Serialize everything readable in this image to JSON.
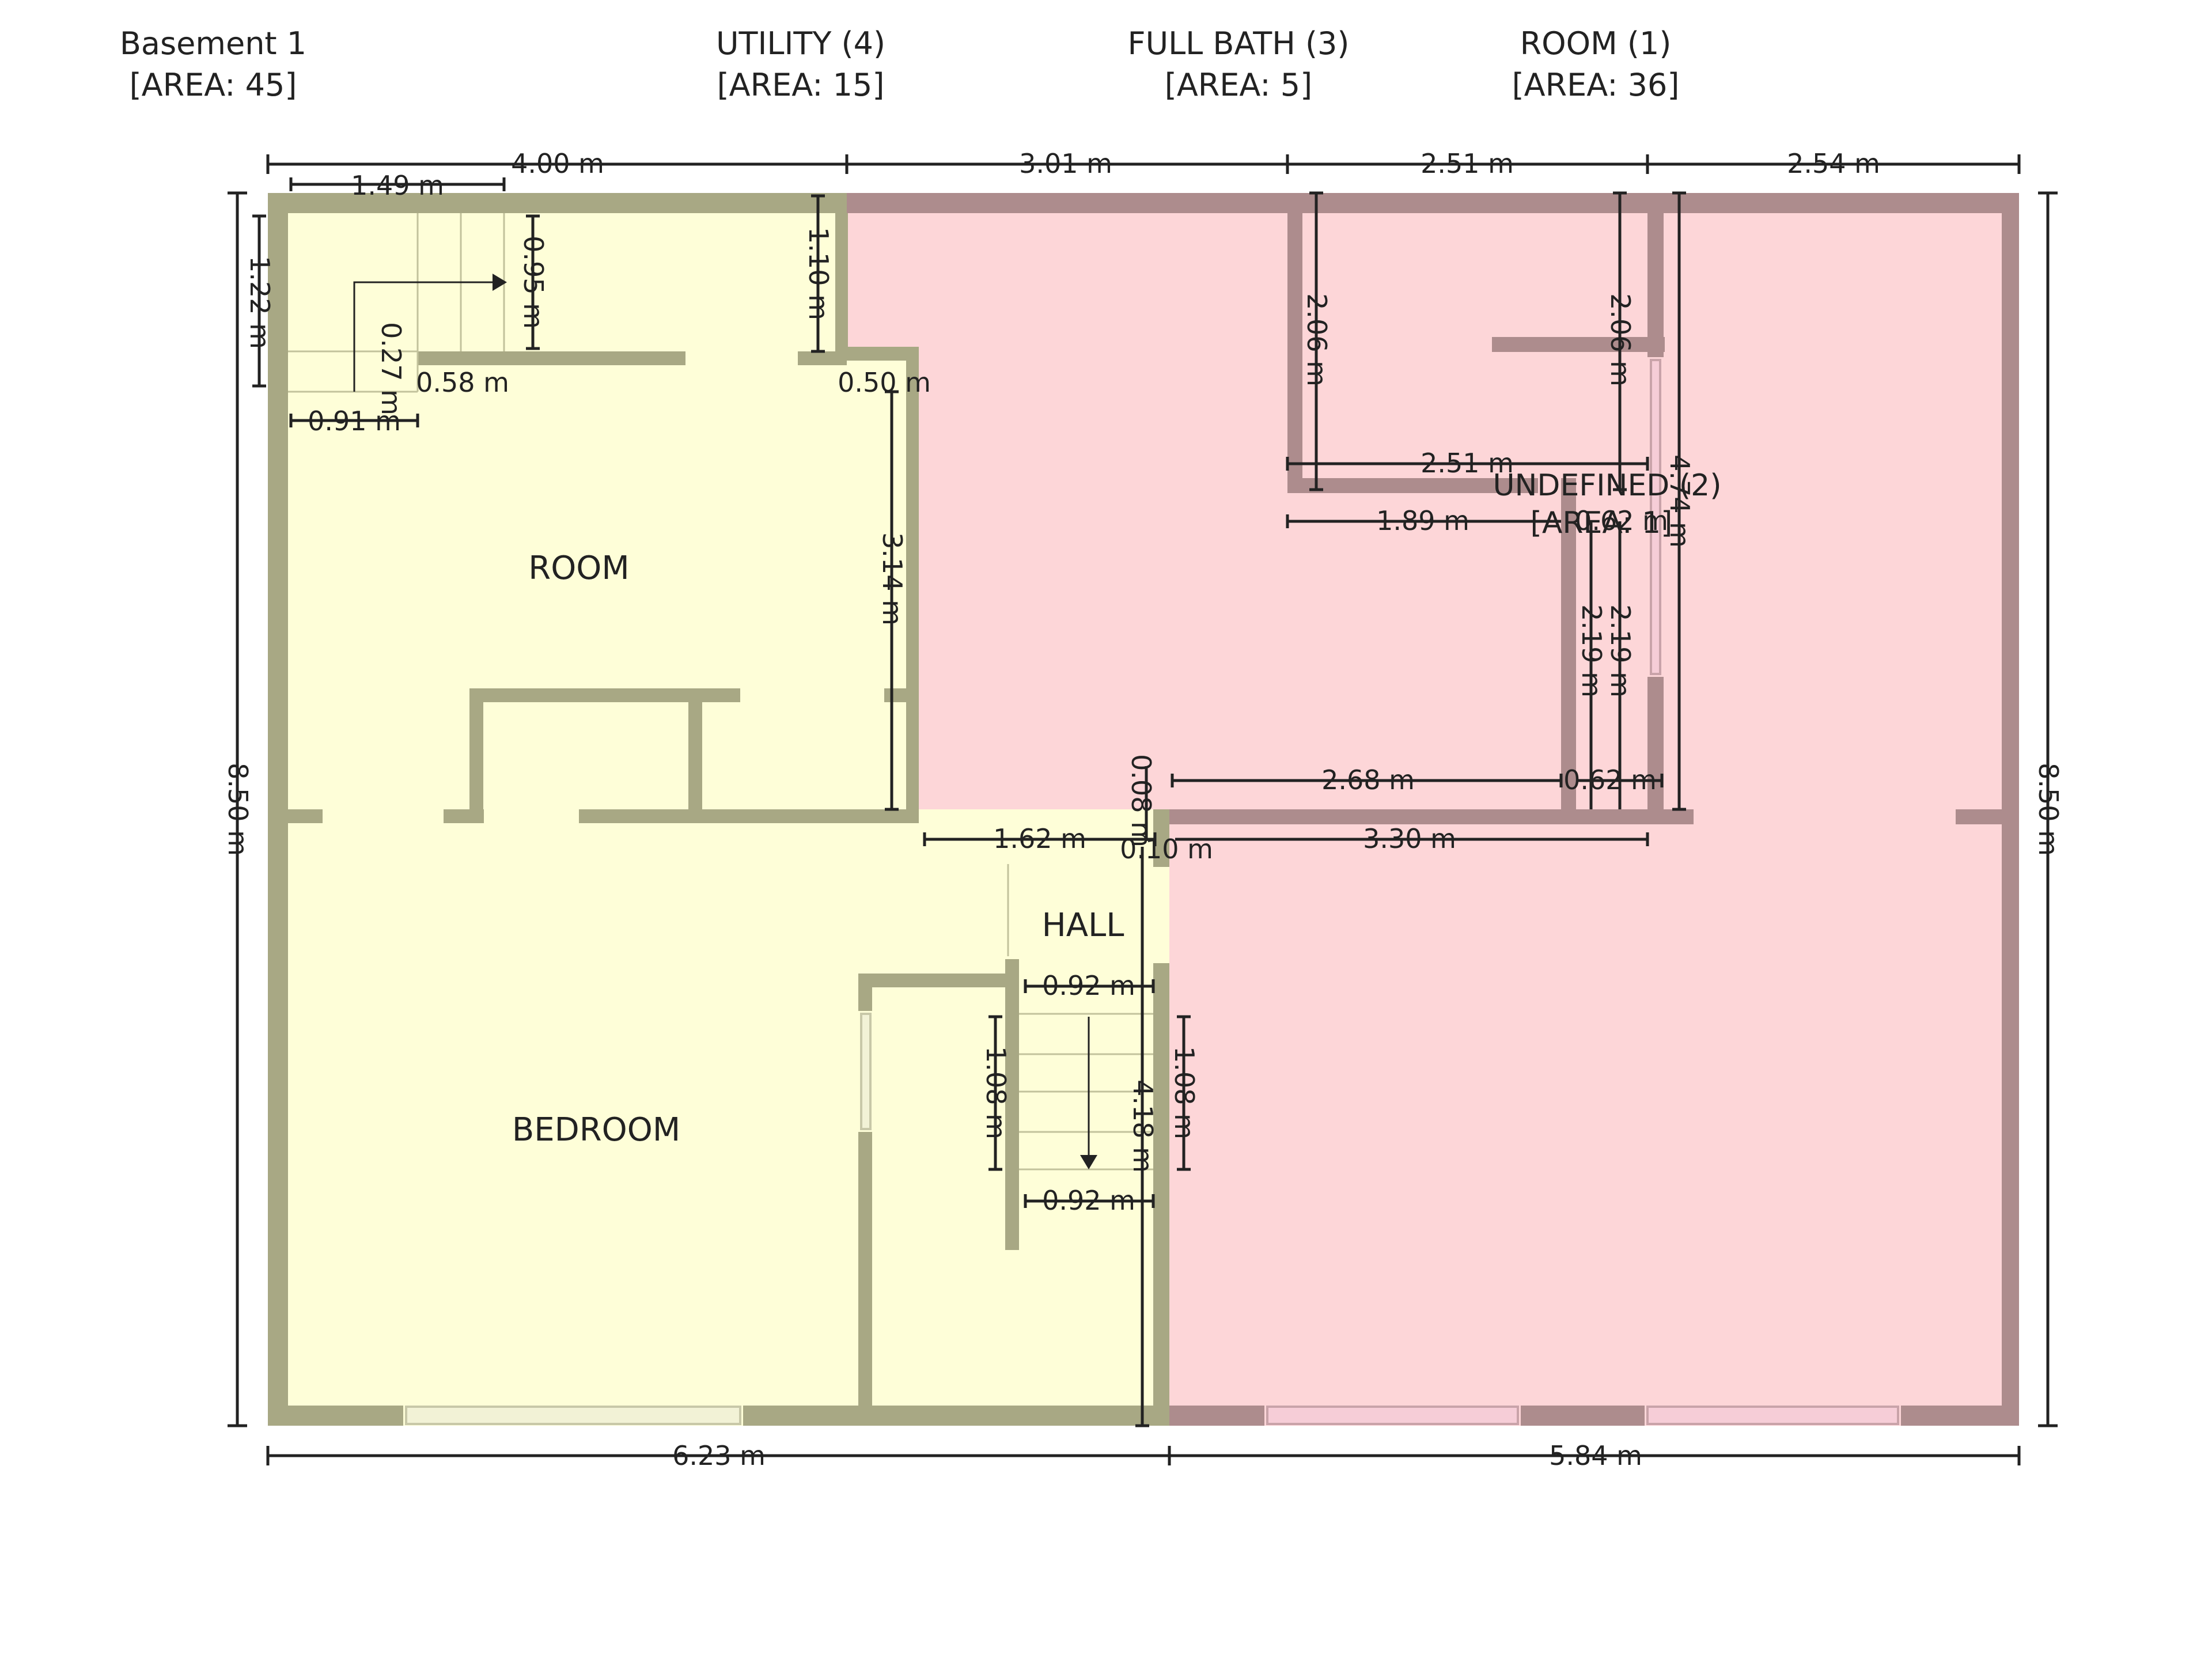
{
  "headers": [
    {
      "name": "Basement 1",
      "area": "[AREA: 45]"
    },
    {
      "name": "UTILITY (4)",
      "area": "[AREA: 15]"
    },
    {
      "name": "FULL BATH (3)",
      "area": "[AREA: 5]"
    },
    {
      "name": "ROOM (1)",
      "area": "[AREA: 36]"
    }
  ],
  "room_labels": {
    "room": "ROOM",
    "bedroom": "BEDROOM",
    "hall": "HALL",
    "undefined": "UNDEFINED (2)",
    "undefined_area": "[AREA: 1]"
  },
  "dimensions": {
    "top_1": "4.00 m",
    "top_2": "3.01 m",
    "top_3": "2.51 m",
    "top_4": "2.54 m",
    "bottom_1": "6.23 m",
    "bottom_2": "5.84 m",
    "left_total": "8.50 m",
    "right_total": "8.50 m",
    "left_top": "1.22 m",
    "stair1_width": "1.49 m",
    "stair1_len": "0.95 m",
    "stair1_small": "0.27 m",
    "stair1_step": "0.58 m",
    "stair1_run": "0.91 m",
    "utility_wall": "1.10 m",
    "utility_notch": "0.50 m",
    "room_height": "3.14 m",
    "bath_left": "2.06 m",
    "bath_right": "2.06 m",
    "bath_width": "2.51 m",
    "bath_bottom": "1.89 m",
    "undef_small": "0.62 m",
    "right_tall": "4.74 m",
    "undef_h1": "2.19 m",
    "undef_h2": "2.19 m",
    "mid_width": "2.68 m",
    "undef_bottom": "0.62 m",
    "hall_top": "1.62 m",
    "hall_tiny1": "0.08 m",
    "hall_tiny2": "0.10 m",
    "room1_width": "3.30 m",
    "stair2_top": "0.92 m",
    "stair2_bottom": "0.92 m",
    "stair2_left": "1.08 m",
    "stair2_right": "1.08 m",
    "hall_len": "4.18 m"
  },
  "colors": {
    "left_fill": "#fefed8",
    "left_wall": "#a8a884",
    "right_fill": "#fdd6d8",
    "right_wall": "#ad8c8d",
    "dim_line": "#222222"
  }
}
